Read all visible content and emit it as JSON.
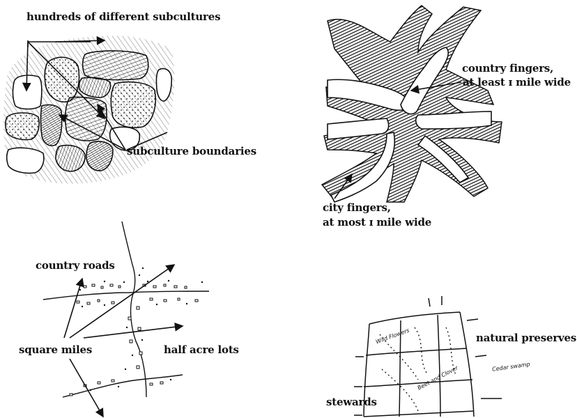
{
  "panels": {
    "subcultures": {
      "label_top": "hundreds of different subcultures",
      "label_boundaries": "subculture boundaries"
    },
    "fingers": {
      "label_country_line1": "country fingers,",
      "label_country_line2": "at least ɪ mile wide",
      "label_city_line1": "city fingers,",
      "label_city_line2": "at most ɪ mile wide"
    },
    "roads": {
      "label_country_roads": "country roads",
      "label_square_miles": "square miles",
      "label_half_acre": "half acre lots"
    },
    "preserves": {
      "label_natural": "natural preserves",
      "label_stewards": "stewards",
      "note_wild_flowers": "Wild Flowers",
      "note_beet_clover": "Beet and Clover",
      "note_cedar_swamp": "Cedar swamp"
    }
  },
  "colors": {
    "ink": "#111111",
    "paper": "#ffffff"
  }
}
